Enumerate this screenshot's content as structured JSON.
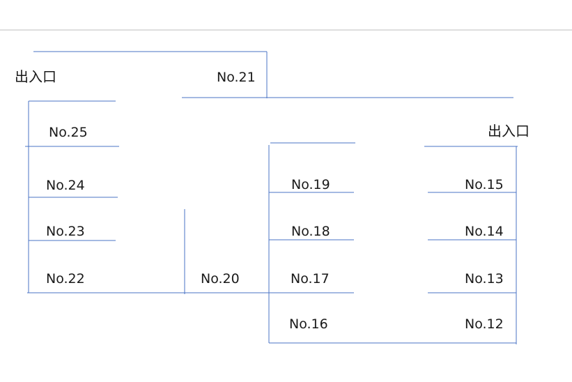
{
  "entrances": {
    "left": "出入口",
    "right": "出入口"
  },
  "units": {
    "no21": "No.21",
    "no25": "No.25",
    "no24": "No.24",
    "no23": "No.23",
    "no22": "No.22",
    "no20": "No.20",
    "no19": "No.19",
    "no18": "No.18",
    "no17": "No.17",
    "no16": "No.16",
    "no15": "No.15",
    "no14": "No.14",
    "no13": "No.13",
    "no12": "No.12"
  },
  "colors": {
    "line": "#4a73c4",
    "text": "#1a1a1a",
    "separator": "#d4d4d4"
  }
}
